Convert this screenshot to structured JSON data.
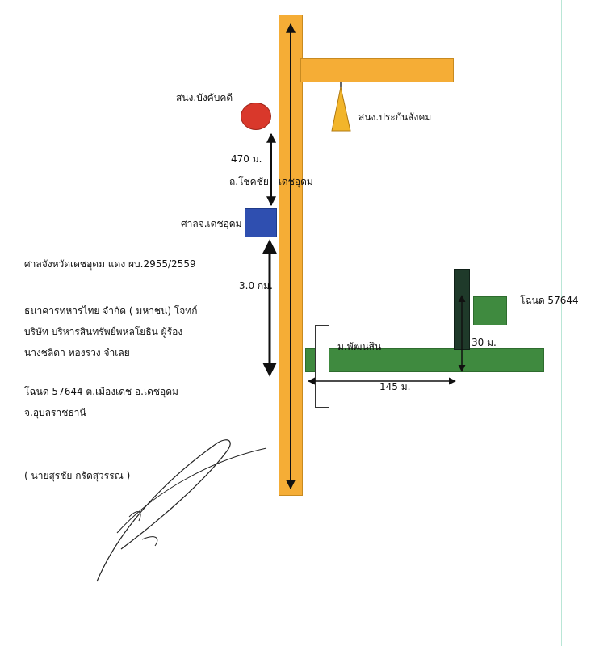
{
  "map": {
    "landmarks": {
      "hospital": "สนง.บังคับคดี",
      "social_security": "สนง.ประกันสังคม",
      "court_office": "ศาลจ.เดชอุดม",
      "road_name": "ถ.โชคชัย - เดชอุดม",
      "soi_name": "ม.พัฒนสิน",
      "parcel": "โฉนด 57644"
    },
    "distances": {
      "hospital_to_court": "470 ม.",
      "court_to_soi": "3.0 กม.",
      "soi_length": "145 ม.",
      "spur_length": "30 ม."
    }
  },
  "notes": {
    "case_line": "ศาลจังหวัดเดชอุดม แดง ผบ.2955/2559",
    "parties_1": "ธนาคารทหารไทย จำกัด ( มหาชน) โจทก์",
    "parties_2": "บริษัท บริหารสินทรัพย์พหลโยธิน ผู้ร้อง",
    "parties_3": "นางชลิดา ทองรวง จำเลย",
    "deed_line_1": "โฉนด 57644 ต.เมืองเดช อ.เดชอุดม",
    "deed_line_2": "จ.อุบลราชธานี",
    "signatory": "( นายสุรชัย กรัดสุวรรณ )"
  },
  "colors": {
    "main_road": "#f5ad36",
    "soi": "#3f8a3f",
    "court": "#2f4fb0",
    "hospital": "#d9382b",
    "social_security": "#f2b52a"
  }
}
